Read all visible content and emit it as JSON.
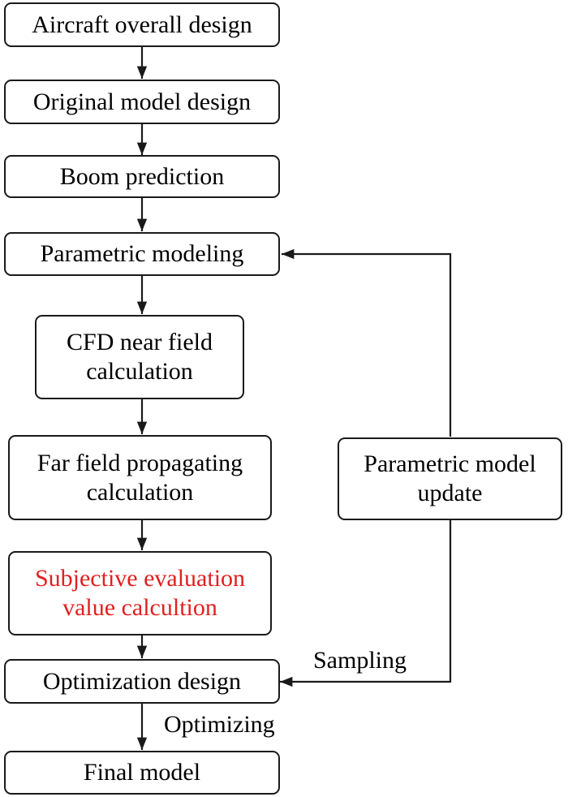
{
  "steps": {
    "aircraft_overall": {
      "label": "Aircraft overall design"
    },
    "original_model": {
      "label": "Original model design"
    },
    "boom_prediction": {
      "label": "Boom prediction"
    },
    "parametric_modeling": {
      "label": "Parametric modeling"
    },
    "cfd_near_field": {
      "line1": "CFD near field",
      "line2": "calculation"
    },
    "far_field": {
      "line1": "Far field propagating",
      "line2": "calculation"
    },
    "subjective_eval": {
      "line1": "Subjective evaluation",
      "line2": "value calcultion"
    },
    "optimization_design": {
      "label": "Optimization design"
    },
    "final_model": {
      "label": "Final model"
    },
    "parametric_update": {
      "line1": "Parametric model",
      "line2": "update"
    }
  },
  "edge_labels": {
    "sampling": "Sampling",
    "optimizing": "Optimizing"
  },
  "colors": {
    "stroke": "#1a1a1a",
    "highlight_text": "#e02020"
  }
}
